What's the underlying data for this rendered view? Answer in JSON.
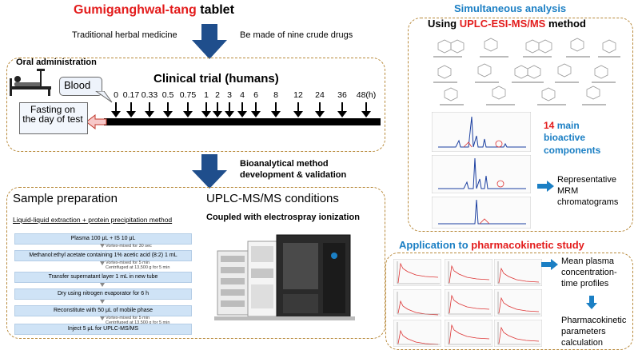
{
  "header": {
    "product_name": "Gumiganghwal-tang",
    "product_suffix": "tablet",
    "left_caption": "Traditional herbal medicine",
    "right_caption": "Be made of nine crude drugs"
  },
  "clinical": {
    "oral_admin": "Oral administration",
    "blood": "Blood",
    "title": "Clinical trial (humans)",
    "fasting": "Fasting on the day of test",
    "time_points": [
      "0",
      "0.17",
      "0.33",
      "0.5",
      "0.75",
      "1",
      "2",
      "3",
      "4",
      "6",
      "8",
      "12",
      "24",
      "36",
      "48(h)"
    ]
  },
  "bioanalytical": "Bioanalytical method development & validation",
  "sample_prep": {
    "title": "Sample preparation",
    "method": "Liquid-liquid extraction + protein precipitation method",
    "steps": [
      "Plasma 100 μL + IS 10 μL",
      "Methanol:ethyl acetate containing 1% acetic acid (8:2) 1 mL",
      "Transfer supernatant layer 1 mL in new tube",
      "Dry using nitrogen evaporator for 6 h",
      "Reconstitute with 50 μL of mobile phase",
      "Inject 5 μL for UPLC-MS/MS"
    ],
    "notes": [
      "Vortex-mixed for 30 sec",
      "Vortex-mixed for 5 min",
      "Centrifuged at 13,500 g for 5 min",
      "Vortex-mixed for 5 min",
      "Centrifuged at 13,500 g for 5 min"
    ]
  },
  "uplc": {
    "title": "UPLC-MS/MS conditions",
    "subtitle": "Coupled with electrospray ionization"
  },
  "simultaneous": {
    "title": "Simultaneous analysis",
    "using": "Using ",
    "method_red": "UPLC-ESI-MS/MS",
    "method_suffix": " method",
    "count": "14",
    "main": " main",
    "components": "bioactive components",
    "representative": "Representative MRM chromatograms"
  },
  "pk": {
    "title_blue": "Application to ",
    "title_red": "pharmacokinetic study",
    "mean": "Mean plasma concentration-time profiles",
    "params": "Pharmacokinetic parameters calculation"
  },
  "colors": {
    "red": "#e31c1c",
    "blue": "#1b7fc4",
    "navy": "#1f4e8c",
    "dash": "#b8893a",
    "step": "#cfe3f6"
  }
}
